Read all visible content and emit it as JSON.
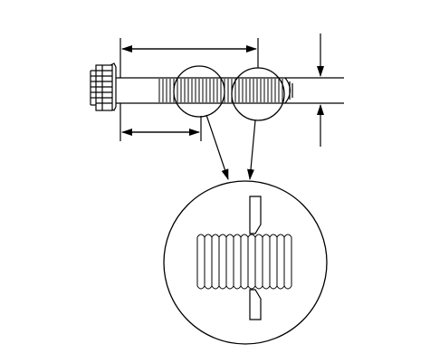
{
  "diagram": {
    "stroke_color": "#000000",
    "background_color": "#ffffff",
    "thread_spacing": 4,
    "subject": "bolt-with-thread-measurement-zones",
    "views": [
      "side-view",
      "magnified-detail-view"
    ]
  }
}
